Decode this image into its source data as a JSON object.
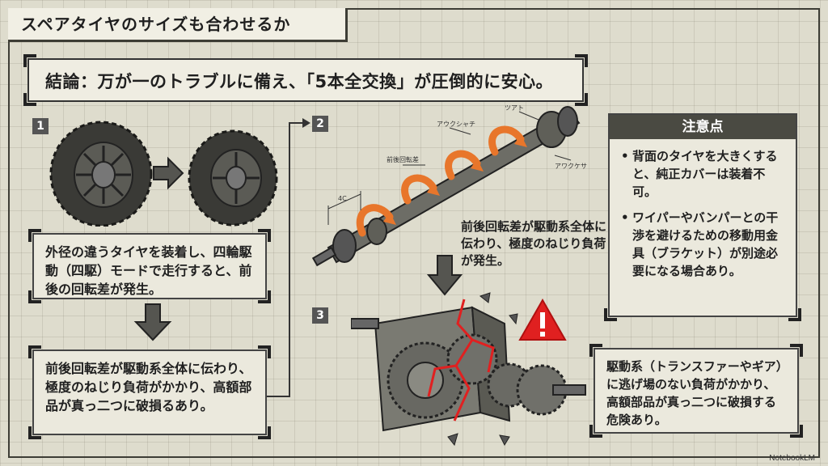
{
  "title": "スペアタイヤのサイズも合わせるか",
  "conclusion": "結論：万が一のトラブルに備え、「5本全交換」が圧倒的に安心。",
  "steps": {
    "s1": {
      "number": "1",
      "text": "外径の違うタイヤを装着し、四輪駆動（四駆）モードで走行すると、前後の回転差が発生。"
    },
    "s1b": {
      "text": "前後回転差が駆動系全体に伝わり、極度のねじり負荷がかかり、高額部品が真っ二つに破損るあり。"
    },
    "s2": {
      "number": "2",
      "text": "前後回転差が駆動系全体に伝わり、極度のねじり負荷が発生。"
    },
    "s3": {
      "number": "3",
      "text": "駆動系（トランスファーやギア）に逃げ場のない負荷がかかり、高額部品が真っ二つに破損する危険あり。"
    }
  },
  "shaft_labels": {
    "top": "ツアト",
    "coupling_left": "アウクシャチ",
    "coupling_right": "アワクケサチ",
    "front_rear": "前後回転差",
    "dim": "4C"
  },
  "notes": {
    "header": "注意点",
    "items": [
      "背面のタイヤを大きくすると、純正カバーは装着不可。",
      "ワイパーやバンパーとの干渉を避けるための移動用金具（ブラケット）が別途必要になる場合あり。"
    ]
  },
  "watermark": "NotebookLM",
  "colors": {
    "accent_orange": "#e8762b",
    "warning_red": "#e02020",
    "arrow_gray": "#555550"
  }
}
